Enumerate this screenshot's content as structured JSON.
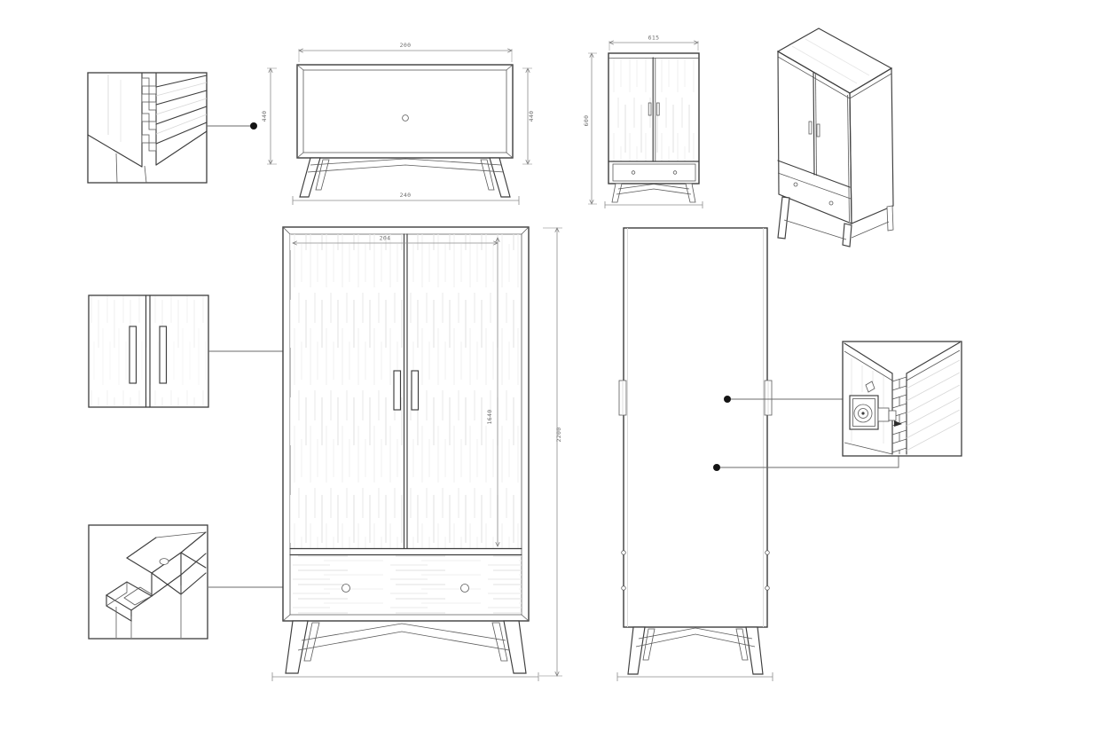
{
  "page": {
    "description": "Technical drawing sheet of a mid-century wardrobe: sideboard front view, small wardrobe front view, isometric view, large front view, side view, and three joinery/hardware detail callouts"
  },
  "colors": {
    "outline": "#3d3d3d",
    "detail_line": "#5a5a5a",
    "wood_grain": "#e0e0e0",
    "dimension_line": "#8c8c8c",
    "dimension_text": "#6e6e6e",
    "leader_dot": "#141414",
    "background": "#ffffff"
  },
  "dimensions": {
    "sideboard_front": {
      "top_width": "200",
      "left_height": "440",
      "right_height": "440",
      "bottom_width": "240"
    },
    "wardrobe_small_front": {
      "top_width": "615",
      "left_height": "600"
    },
    "wardrobe_front": {
      "door_width": "204",
      "door_height": "1640",
      "overall_height": "2200"
    }
  }
}
